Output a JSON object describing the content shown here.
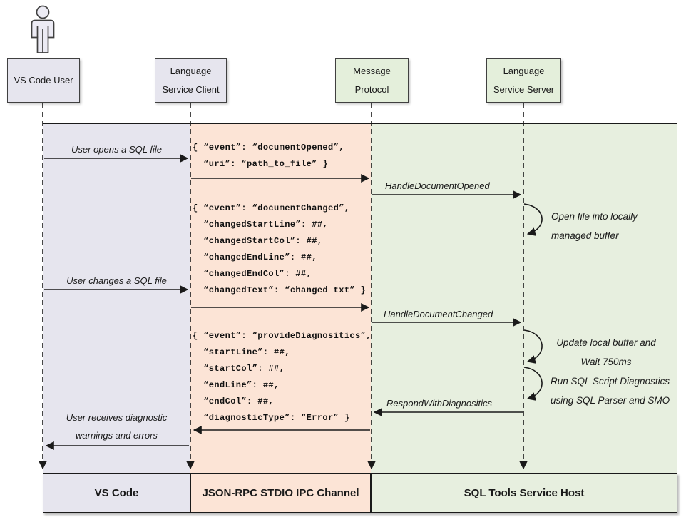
{
  "diagram_title": "SQL Tools Service sequence diagram",
  "actors": [
    {
      "id": "vs-code-user",
      "lines": [
        "VS Code User"
      ]
    },
    {
      "id": "language-service-client",
      "lines": [
        "Language",
        "Service Client"
      ]
    },
    {
      "id": "message-protocol",
      "lines": [
        "Message",
        "Protocol"
      ]
    },
    {
      "id": "language-service-server",
      "lines": [
        "Language",
        "Service Server"
      ]
    }
  ],
  "messages": {
    "open_file": "User opens a SQL file",
    "change_file": "User changes a SQL file",
    "receive_lines": [
      "User receives diagnostic",
      "warnings and errors"
    ],
    "handle_opened": "HandleDocumentOpened",
    "handle_changed": "HandleDocumentChanged",
    "respond": "RespondWithDiagnositics"
  },
  "notes": {
    "open_buffer": [
      "Open file into locally",
      "managed buffer"
    ],
    "update_buffer": [
      "Update local buffer and",
      "Wait 750ms"
    ],
    "run_diagnostics": [
      "Run SQL Script Diagnostics",
      "using SQL Parser and SMO"
    ]
  },
  "payloads": {
    "document_opened": [
      "{ “event”: “documentOpened”,",
      "  “uri”: “path_to_file” }"
    ],
    "document_changed": [
      "{ “event”: “documentChanged”,",
      "  “changedStartLine”: ##,",
      "  “changedStartCol”: ##,",
      "  “changedEndLine”: ##,",
      "  “changedEndCol”: ##,",
      "  “changedText”: “changed txt” }"
    ],
    "provide_diagnostics": [
      "{ “event”: “provideDiagnositics”,",
      "  “startLine”: ##,",
      "  “startCol”: ##,",
      "  “endLine”: ##,",
      "  “endCol”: ##,",
      "  “diagnosticType”: “Error” }"
    ]
  },
  "footers": [
    {
      "id": "vs-code",
      "label": "VS Code"
    },
    {
      "id": "json-rpc-channel",
      "label": "JSON-RPC STDIO IPC Channel"
    },
    {
      "id": "sql-tools-service-host",
      "label": "SQL Tools Service Host"
    }
  ],
  "colors": {
    "lavender": "#e6e5ee",
    "peach": "#fce4d6",
    "green": "#e7efdf",
    "box_green": "#e4efdb",
    "line": "#1a1a1a",
    "box_border": "#404040"
  }
}
